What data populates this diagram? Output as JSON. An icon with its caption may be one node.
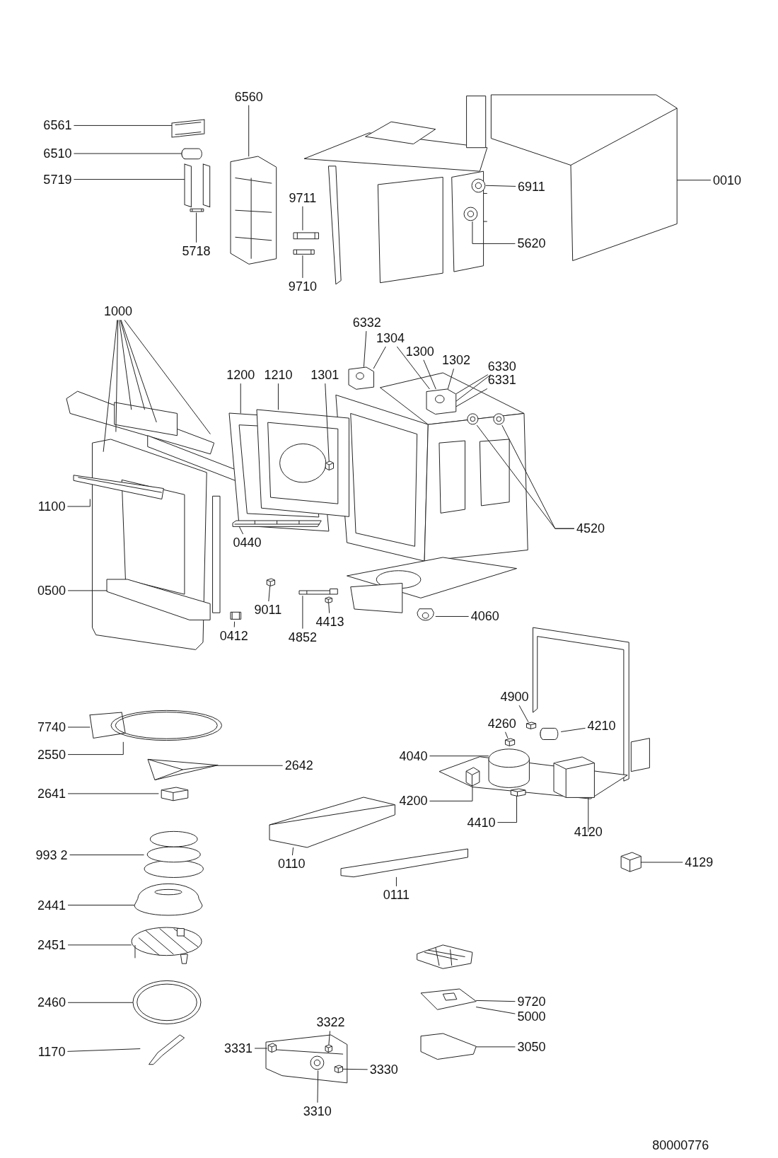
{
  "diagram": {
    "nodes": [
      {
        "text": [
          "6561"
        ]
      },
      {
        "text": [],
        "shape": "picture"
      },
      {
        "text": [
          "6510"
        ]
      },
      {
        "text": [],
        "shape": "picture"
      },
      {
        "text": [
          "5719"
        ]
      },
      {
        "text": [],
        "shape": "picture"
      },
      {
        "text": [
          "5718"
        ]
      },
      {
        "text": [],
        "shape": "picture"
      },
      {
        "text": [
          "6560"
        ]
      },
      {
        "text": [],
        "shape": "picture"
      },
      {
        "text": [
          "9711"
        ]
      },
      {
        "text": [],
        "shape": "picture"
      },
      {
        "text": [
          "9710"
        ]
      },
      {
        "text": [],
        "shape": "picture"
      },
      {
        "text": [
          "6911"
        ]
      },
      {
        "text": [],
        "shape": "picture"
      },
      {
        "text": [
          "5620"
        ]
      },
      {
        "text": [],
        "shape": "picture"
      },
      {
        "text": [
          "0010"
        ]
      },
      {
        "text": [],
        "shape": "picture"
      },
      {
        "text": [
          "1000"
        ]
      },
      {
        "text": [
          "1200"
        ]
      },
      {
        "text": [],
        "shape": "picture"
      },
      {
        "text": [
          "1210"
        ]
      },
      {
        "text": [],
        "shape": "picture"
      },
      {
        "text": [
          "1301"
        ]
      },
      {
        "text": [],
        "shape": "picture",
        "in": 24
      },
      {
        "text": [
          "6332"
        ]
      },
      {
        "text": [],
        "shape": "picture"
      },
      {
        "text": [
          "1304"
        ]
      },
      {
        "text": [
          "1300"
        ]
      },
      {
        "text": [
          "1302"
        ]
      },
      {
        "text": [
          "6330"
        ]
      },
      {
        "text": [
          "6331"
        ]
      },
      {
        "text": [],
        "shape": "picture"
      },
      {
        "text": [
          "1100"
        ]
      },
      {
        "text": [],
        "shape": "picture"
      },
      {
        "text": [
          "0440"
        ]
      },
      {
        "text": [],
        "shape": "picture",
        "in": 22
      },
      {
        "text": [
          "0500"
        ]
      },
      {
        "text": [],
        "shape": "picture"
      },
      {
        "text": [
          "0412"
        ]
      },
      {
        "text": [],
        "shape": "picture"
      },
      {
        "text": [
          "9011"
        ]
      },
      {
        "text": [],
        "shape": "picture"
      },
      {
        "text": [
          "4852"
        ]
      },
      {
        "text": [],
        "shape": "picture"
      },
      {
        "text": [
          "4413"
        ]
      },
      {
        "text": [],
        "shape": "picture"
      },
      {
        "text": [
          "4520"
        ]
      },
      {
        "text": [],
        "shape": "picture"
      },
      {
        "text": [],
        "shape": "picture"
      },
      {
        "text": [
          "4060"
        ]
      },
      {
        "text": [],
        "shape": "picture"
      },
      {
        "text": [
          "7740"
        ]
      },
      {
        "text": [],
        "shape": "picture"
      },
      {
        "text": [
          "2550"
        ]
      },
      {
        "text": [],
        "shape": "picture"
      },
      {
        "text": [
          "2642"
        ]
      },
      {
        "text": [],
        "shape": "picture"
      },
      {
        "text": [
          "2641"
        ]
      },
      {
        "text": [],
        "shape": "picture"
      },
      {
        "text": [
          "993 2"
        ]
      },
      {
        "text": [],
        "shape": "picture"
      },
      {
        "text": [
          "2441"
        ]
      },
      {
        "text": [],
        "shape": "picture"
      },
      {
        "text": [
          "2451"
        ]
      },
      {
        "text": [],
        "shape": "picture"
      },
      {
        "text": [
          "2460"
        ]
      },
      {
        "text": [],
        "shape": "picture"
      },
      {
        "text": [
          "1170"
        ]
      },
      {
        "text": [],
        "shape": "picture"
      },
      {
        "text": [
          "0110"
        ]
      },
      {
        "text": [],
        "shape": "picture"
      },
      {
        "text": [
          "0111"
        ]
      },
      {
        "text": [],
        "shape": "picture"
      },
      {
        "text": [
          "4900"
        ]
      },
      {
        "text": [],
        "shape": "picture"
      },
      {
        "text": [
          "4260"
        ]
      },
      {
        "text": [],
        "shape": "picture"
      },
      {
        "text": [
          "4210"
        ]
      },
      {
        "text": [],
        "shape": "picture"
      },
      {
        "text": [
          "4040"
        ]
      },
      {
        "text": [],
        "shape": "picture"
      },
      {
        "text": [
          "4200"
        ]
      },
      {
        "text": [],
        "shape": "picture"
      },
      {
        "text": [
          "4410"
        ]
      },
      {
        "text": [],
        "shape": "picture"
      },
      {
        "text": [
          "4120"
        ]
      },
      {
        "text": [],
        "shape": "picture"
      },
      {
        "text": [
          "4129"
        ]
      },
      {
        "text": [],
        "shape": "picture"
      },
      {
        "text": [
          "9720"
        ]
      },
      {
        "text": [
          "5000"
        ]
      },
      {
        "text": [],
        "shape": "picture"
      },
      {
        "text": [
          "3050"
        ]
      },
      {
        "text": [],
        "shape": "picture"
      },
      {
        "text": [
          "3322"
        ]
      },
      {
        "text": [
          "3331"
        ]
      },
      {
        "text": [
          "3330"
        ]
      },
      {
        "text": [
          "3310"
        ]
      },
      {
        "text": [],
        "shape": "picture"
      },
      {
        "text": [],
        "shape": "picture",
        "in": 101
      },
      {
        "text": [],
        "shape": "picture",
        "in": 101
      },
      {
        "text": [],
        "shape": "picture",
        "in": 101
      },
      {
        "text": [],
        "shape": "picture",
        "in": 101
      }
    ],
    "edges": [
      {
        "from": 0,
        "to": 1,
        "arrow": "none"
      },
      {
        "from": 2,
        "to": 3,
        "arrow": "none"
      },
      {
        "from": 4,
        "to": 5,
        "arrow": "none"
      },
      {
        "from": 6,
        "to": 7,
        "arrow": "none"
      },
      {
        "from": 8,
        "to": 9,
        "arrow": "none"
      },
      {
        "from": 10,
        "to": 11,
        "arrow": "none"
      },
      {
        "from": 12,
        "to": 13,
        "arrow": "none"
      },
      {
        "from": 14,
        "to": 15,
        "arrow": "none"
      },
      {
        "from": 16,
        "to": 17,
        "arrow": "none"
      },
      {
        "from": 18,
        "to": 19,
        "arrow": "none"
      },
      {
        "from": 20,
        "to": null,
        "arrow": "none"
      },
      {
        "from": 20,
        "to": null,
        "arrow": "none"
      },
      {
        "from": 20,
        "to": null,
        "arrow": "none"
      },
      {
        "from": 20,
        "to": null,
        "arrow": "none"
      },
      {
        "from": 20,
        "to": null,
        "arrow": "none"
      },
      {
        "from": 20,
        "to": null,
        "arrow": "none"
      },
      {
        "from": 21,
        "to": 22,
        "arrow": "none"
      },
      {
        "from": 23,
        "to": 24,
        "arrow": "none"
      },
      {
        "from": 25,
        "to": 26,
        "arrow": "none"
      },
      {
        "from": 27,
        "to": 28,
        "arrow": "none"
      },
      {
        "from": 29,
        "to": 28,
        "arrow": "none"
      },
      {
        "from": 29,
        "to": 34,
        "arrow": "none"
      },
      {
        "from": 30,
        "to": 34,
        "arrow": "none"
      },
      {
        "from": 31,
        "to": 34,
        "arrow": "none"
      },
      {
        "from": 32,
        "to": 34,
        "arrow": "none"
      },
      {
        "from": 32,
        "to": 34,
        "arrow": "none"
      },
      {
        "from": 33,
        "to": 34,
        "arrow": "none"
      },
      {
        "from": 35,
        "to": 36,
        "arrow": "none"
      },
      {
        "from": 37,
        "to": 38,
        "arrow": "none"
      },
      {
        "from": 39,
        "to": 40,
        "arrow": "none"
      },
      {
        "from": 41,
        "to": 42,
        "arrow": "none"
      },
      {
        "from": 43,
        "to": 44,
        "arrow": "none"
      },
      {
        "from": 45,
        "to": 46,
        "arrow": "none"
      },
      {
        "from": 47,
        "to": 48,
        "arrow": "none"
      },
      {
        "from": 49,
        "to": 50,
        "arrow": "none"
      },
      {
        "from": 49,
        "to": 51,
        "arrow": "none"
      },
      {
        "from": 52,
        "to": 53,
        "arrow": "none"
      },
      {
        "from": 54,
        "to": 55,
        "arrow": "none"
      },
      {
        "from": 56,
        "to": 57,
        "arrow": "none"
      },
      {
        "from": 58,
        "to": 59,
        "arrow": "none"
      },
      {
        "from": 60,
        "to": 61,
        "arrow": "none"
      },
      {
        "from": 62,
        "to": 63,
        "arrow": "none"
      },
      {
        "from": 64,
        "to": 65,
        "arrow": "none"
      },
      {
        "from": 66,
        "to": 67,
        "arrow": "none"
      },
      {
        "from": 68,
        "to": 69,
        "arrow": "none"
      },
      {
        "from": 70,
        "to": 71,
        "arrow": "none"
      },
      {
        "from": 72,
        "to": 73,
        "arrow": "none"
      },
      {
        "from": 74,
        "to": 75,
        "arrow": "none"
      },
      {
        "from": 76,
        "to": 77,
        "arrow": "none"
      },
      {
        "from": 78,
        "to": 79,
        "arrow": "none"
      },
      {
        "from": 80,
        "to": 81,
        "arrow": "none"
      },
      {
        "from": 82,
        "to": 83,
        "arrow": "none"
      },
      {
        "from": 84,
        "to": 85,
        "arrow": "none"
      },
      {
        "from": 86,
        "to": 87,
        "arrow": "none"
      },
      {
        "from": 88,
        "to": 89,
        "arrow": "none"
      },
      {
        "from": 90,
        "to": 91,
        "arrow": "none"
      },
      {
        "from": 92,
        "to": 94,
        "arrow": "none"
      },
      {
        "from": 93,
        "to": 94,
        "arrow": "none"
      },
      {
        "from": 95,
        "to": 96,
        "arrow": "none"
      },
      {
        "from": 97,
        "to": 103,
        "arrow": "none"
      },
      {
        "from": 98,
        "to": 102,
        "arrow": "none"
      },
      {
        "from": 99,
        "to": 105,
        "arrow": "none"
      },
      {
        "from": 100,
        "to": 104,
        "arrow": "none"
      }
    ],
    "labels": [
      "80000776"
    ]
  }
}
